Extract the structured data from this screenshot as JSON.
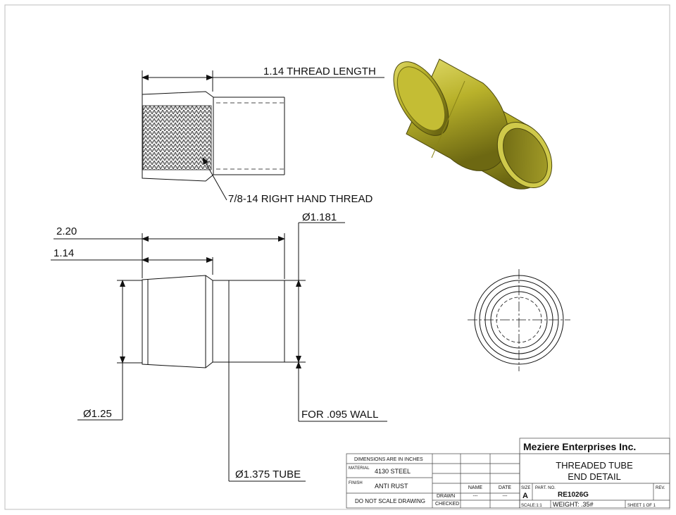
{
  "drawing": {
    "thread_length_note": "1.14 THREAD LENGTH",
    "thread_spec_note": "7/8-14 RIGHT HAND THREAD",
    "outer_diameter_note": "Ø1.181",
    "overall_length": "2.20",
    "thread_length": "1.14",
    "small_diameter_note": "Ø1.25",
    "wall_note": "FOR .095 WALL",
    "tube_diameter_note": "Ø1.375 TUBE"
  },
  "title_block": {
    "company": "Meziere Enterprises Inc.",
    "title_line1": "THREADED TUBE",
    "title_line2": "END DETAIL",
    "dimensions_note": "DIMENSIONS ARE IN INCHES",
    "material_label": "MATERIAL",
    "material_value": "4130 STEEL",
    "finish_label": "FINISH",
    "finish_value": "ANTI RUST",
    "do_not_scale": "DO NOT SCALE DRAWING",
    "name_header": "NAME",
    "date_header": "DATE",
    "drawn_label": "DRAWN",
    "drawn_name": "---",
    "drawn_date": "---",
    "checked_label": "CHECKED",
    "size_label": "SIZE",
    "size_value": "A",
    "part_no_label": "PART. NO.",
    "part_no_value": "RE1026G",
    "rev_label": "REV.",
    "scale_value": "SCALE:1:1",
    "weight_value": "WEIGHT: .35#",
    "sheet_value": "SHEET 1 OF 1"
  },
  "colors": {
    "part_3d": "#b7b02a",
    "part_3d_dark": "#6f6a12",
    "part_3d_light": "#ddd766",
    "line": "#111111"
  }
}
